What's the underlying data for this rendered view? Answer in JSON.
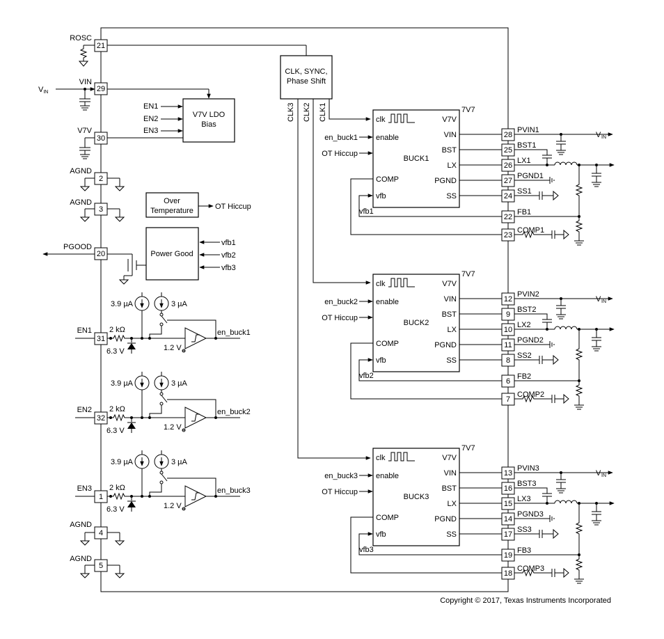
{
  "top_pins": [
    {
      "num": "21",
      "label": "ROSC"
    },
    {
      "num": "29",
      "label": "VIN"
    },
    {
      "num": "30",
      "label": "V7V"
    },
    {
      "num": "2",
      "label": "AGND"
    },
    {
      "num": "3",
      "label": "AGND"
    },
    {
      "num": "20",
      "label": "PGOOD"
    }
  ],
  "vin_label": {
    "main": "V",
    "sub": "IN"
  },
  "ldo": {
    "title1": "V7V LDO",
    "title2": "Bias",
    "inputs": [
      "EN1",
      "EN2",
      "EN3"
    ]
  },
  "clk_block": {
    "line1": "CLK, SYNC,",
    "line2": "Phase Shift",
    "outputs": [
      "CLK3",
      "CLK2",
      "CLK1"
    ]
  },
  "over_temp": {
    "line1": "Over",
    "line2": "Temperature",
    "output": "OT Hiccup"
  },
  "power_good": {
    "title": "Power Good",
    "inputs": [
      "vfb1",
      "vfb2",
      "vfb3"
    ]
  },
  "en_sections": [
    {
      "pin": "31",
      "name": "EN1",
      "cur1": "3.9 µA",
      "cur2": "3 µA",
      "res": "2 kΩ",
      "zener": "6.3 V",
      "ref": "1.2 V",
      "out": "en_buck1"
    },
    {
      "pin": "32",
      "name": "EN2",
      "cur1": "3.9 µA",
      "cur2": "3 µA",
      "res": "2 kΩ",
      "zener": "6.3 V",
      "ref": "1.2 V",
      "out": "en_buck2"
    },
    {
      "pin": "1",
      "name": "EN3",
      "cur1": "3.9 µA",
      "cur2": "3 µA",
      "res": "2 kΩ",
      "zener": "6.3 V",
      "ref": "1.2 V",
      "out": "en_buck3"
    }
  ],
  "bottom_pins": [
    {
      "num": "4",
      "label": "AGND"
    },
    {
      "num": "5",
      "label": "AGND"
    }
  ],
  "bucks": [
    {
      "name": "BUCK1",
      "enable_in": "en_buck1",
      "ot_in": "OT Hiccup",
      "vfb_label": "vfb1",
      "left_ports": {
        "clk": "clk",
        "enable": "enable",
        "comp": "COMP",
        "vfb": "vfb"
      },
      "right_ports": [
        "V7V",
        "VIN",
        "BST",
        "LX",
        "PGND",
        "SS"
      ],
      "top_label": "7V7",
      "pins": [
        {
          "num": "28",
          "label": "PVIN1"
        },
        {
          "num": "25",
          "label": "BST1"
        },
        {
          "num": "26",
          "label": "LX1"
        },
        {
          "num": "27",
          "label": "PGND1"
        },
        {
          "num": "24",
          "label": "SS1"
        },
        {
          "num": "22",
          "label": "FB1"
        },
        {
          "num": "23",
          "label": "COMP1"
        }
      ]
    },
    {
      "name": "BUCK2",
      "enable_in": "en_buck2",
      "ot_in": "OT Hiccup",
      "vfb_label": "vfb2",
      "left_ports": {
        "clk": "clk",
        "enable": "enable",
        "comp": "COMP",
        "vfb": "vfb"
      },
      "right_ports": [
        "V7V",
        "VIN",
        "BST",
        "LX",
        "PGND",
        "SS"
      ],
      "top_label": "7V7",
      "pins": [
        {
          "num": "12",
          "label": "PVIN2"
        },
        {
          "num": "9",
          "label": "BST2"
        },
        {
          "num": "10",
          "label": "LX2"
        },
        {
          "num": "11",
          "label": "PGND2"
        },
        {
          "num": "8",
          "label": "SS2"
        },
        {
          "num": "6",
          "label": "FB2"
        },
        {
          "num": "7",
          "label": "COMP2"
        }
      ]
    },
    {
      "name": "BUCK3",
      "enable_in": "en_buck3",
      "ot_in": "OT Hiccup",
      "vfb_label": "vfb3",
      "left_ports": {
        "clk": "clk",
        "enable": "enable",
        "comp": "COMP",
        "vfb": "vfb"
      },
      "right_ports": [
        "V7V",
        "VIN",
        "BST",
        "LX",
        "PGND",
        "SS"
      ],
      "top_label": "7V7",
      "pins": [
        {
          "num": "13",
          "label": "PVIN3"
        },
        {
          "num": "16",
          "label": "BST3"
        },
        {
          "num": "15",
          "label": "LX3"
        },
        {
          "num": "14",
          "label": "PGND3"
        },
        {
          "num": "17",
          "label": "SS3"
        },
        {
          "num": "19",
          "label": "FB3"
        },
        {
          "num": "18",
          "label": "COMP3"
        }
      ]
    }
  ],
  "copyright": "Copyright © 2017, Texas Instruments Incorporated"
}
